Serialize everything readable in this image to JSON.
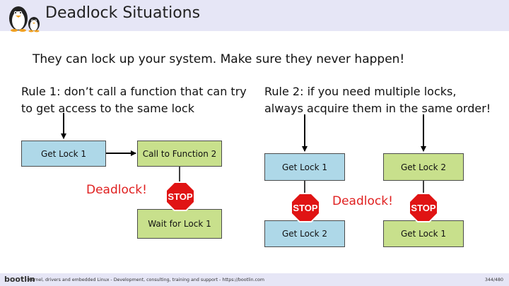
{
  "slide": {
    "title": "Deadlock Situations",
    "subtitle": "They can lock up your system. Make sure they never happen!"
  },
  "rule1": {
    "text": "Rule 1: don’t call a function that can try to get access to the same lock",
    "box_get_lock": "Get Lock 1",
    "box_call_func": "Call to Function 2",
    "box_wait_lock": "Wait for Lock 1",
    "deadlock_label": "Deadlock!",
    "stop_label": "STOP"
  },
  "rule2": {
    "text": "Rule 2: if you need multiple locks, always acquire them in the same order!",
    "box_left_top": "Get Lock 1",
    "box_left_bottom": "Get Lock 2",
    "box_right_top": "Get Lock 2",
    "box_right_bottom": "Get Lock 1",
    "deadlock_label": "Deadlock!",
    "stop_label": "STOP"
  },
  "footer": {
    "logo": "bootlin",
    "text": "- Kernel, drivers and embedded Linux - Development, consulting, training and support - https://bootlin.com",
    "page": "344/480"
  },
  "colors": {
    "header_band": "#e6e6f6",
    "blue_box": "#aed8e8",
    "green_box": "#c8e08c",
    "deadlock_text": "#e02020",
    "stop_sign": "#e01414"
  }
}
